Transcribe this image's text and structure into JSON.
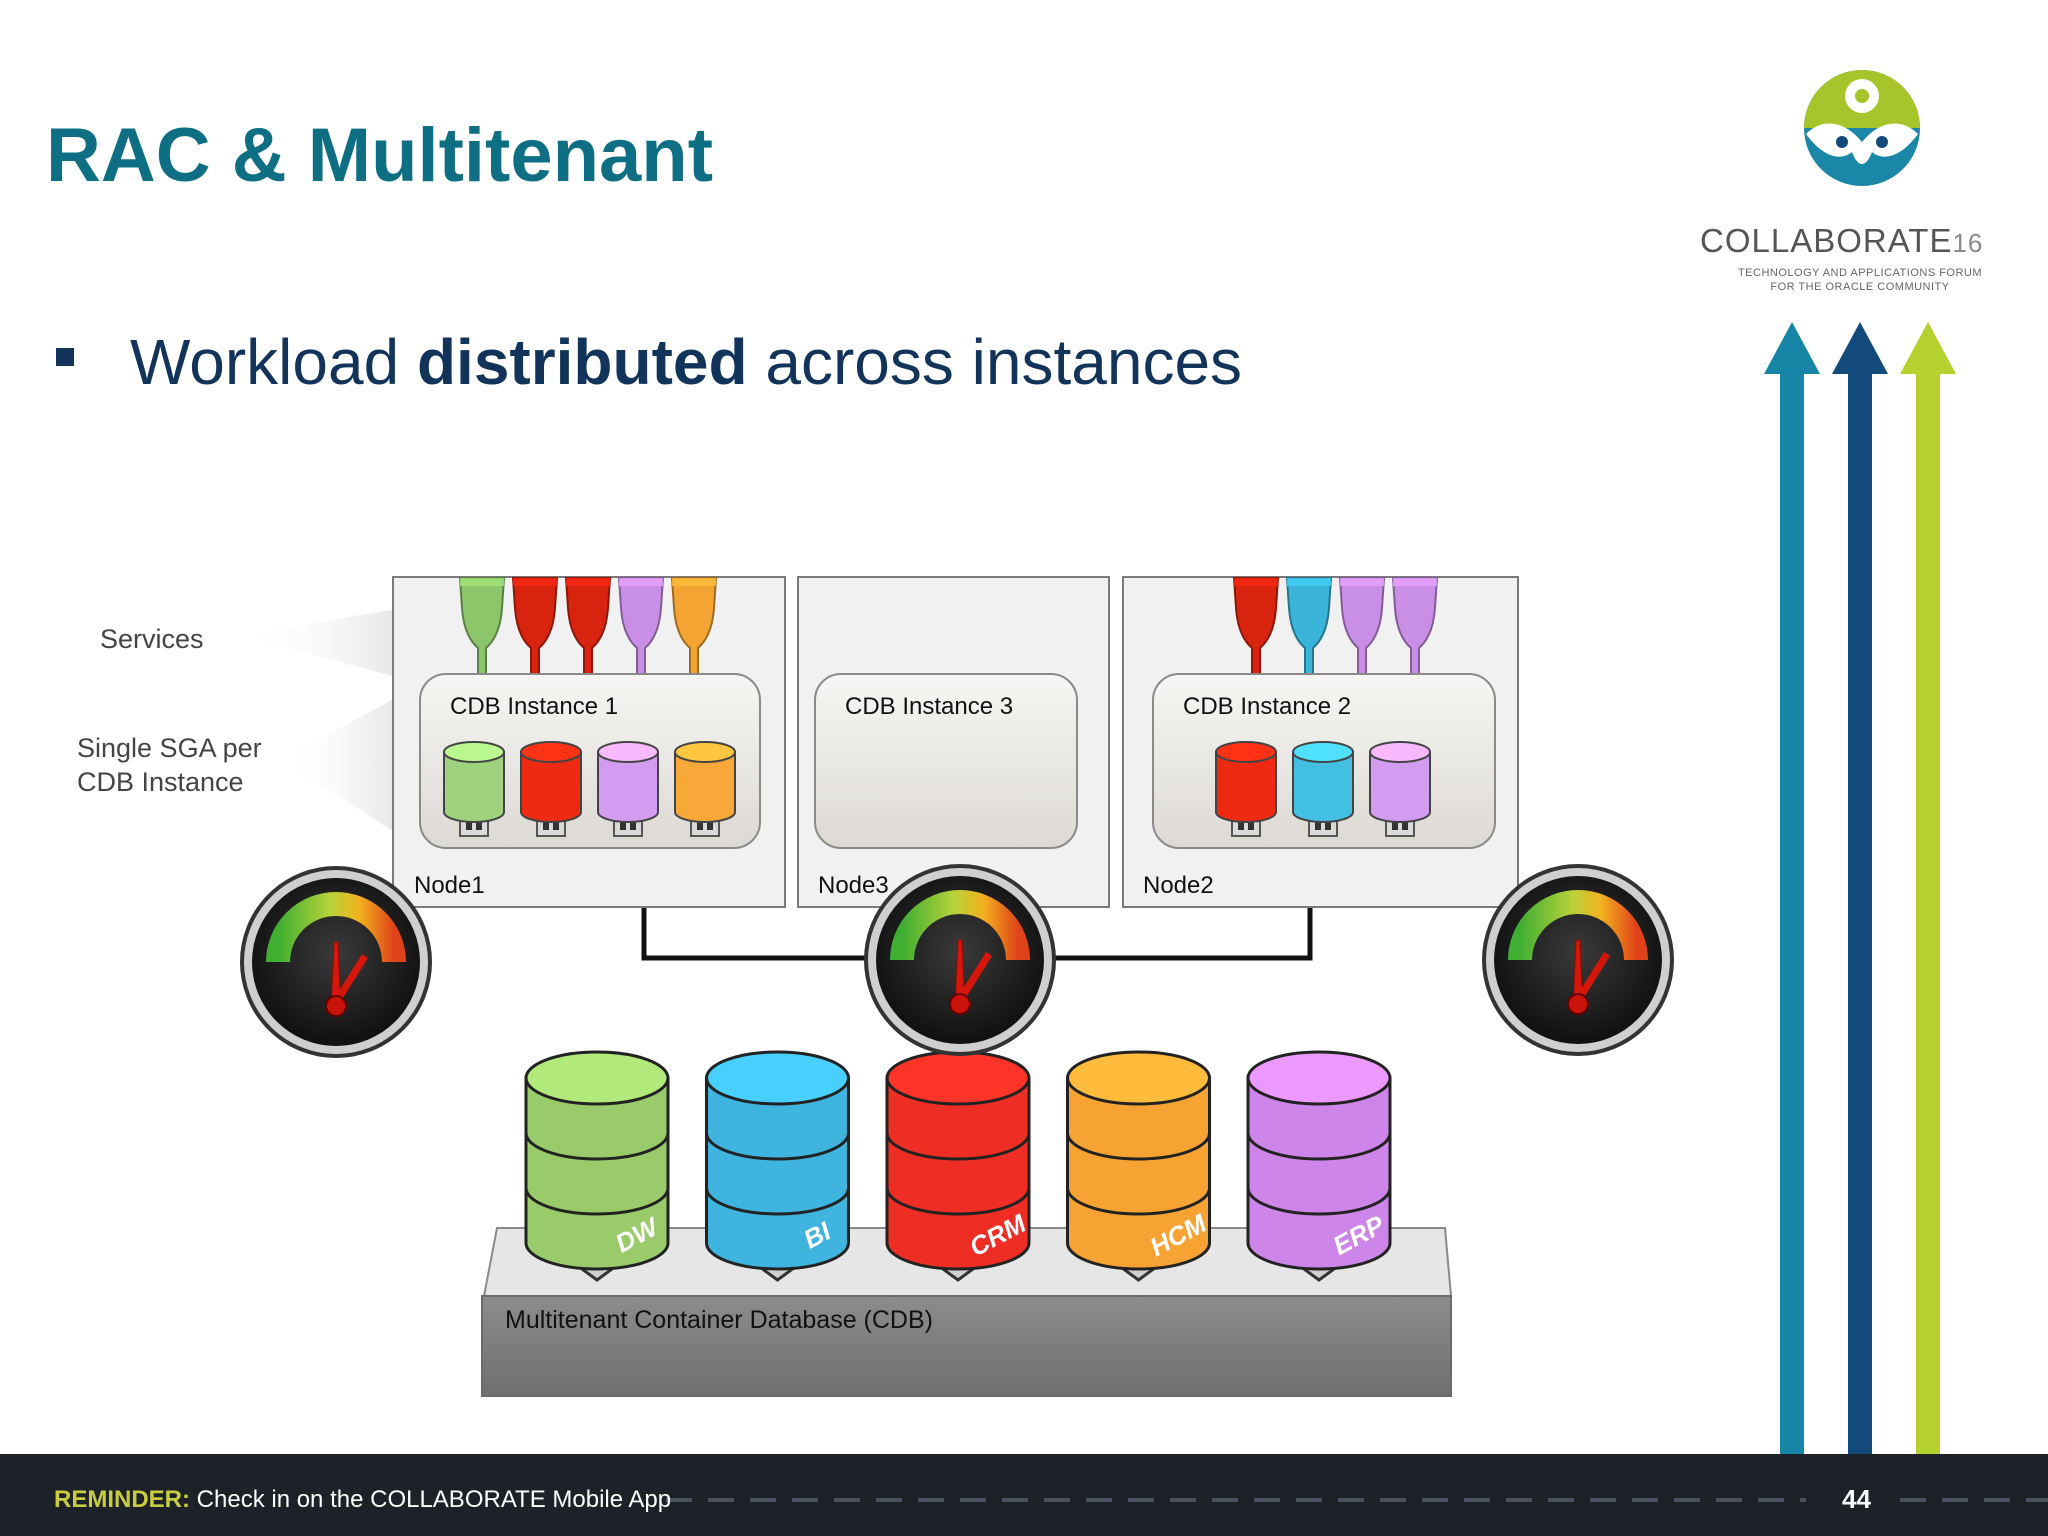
{
  "slide": {
    "title": "RAC & Multitenant",
    "bullet_pre": "Workload ",
    "bullet_bold": "distributed",
    "bullet_post": " across instances",
    "page_number": "44"
  },
  "labels": {
    "services": "Services",
    "sga_line1": "Single SGA per",
    "sga_line2": "CDB Instance"
  },
  "nodes": [
    {
      "name": "Node1",
      "instance": "CDB Instance 1",
      "services": [
        "#8cc56a",
        "#d8230f",
        "#d8230f",
        "#c98ee6",
        "#f3a433"
      ],
      "pdbs": [
        "#9fd27c",
        "#ee2a12",
        "#d49cf0",
        "#f8a838"
      ]
    },
    {
      "name": "Node3",
      "instance": "CDB Instance 3",
      "services": [],
      "pdbs": []
    },
    {
      "name": "Node2",
      "instance": "CDB Instance 2",
      "services": [
        "#d8230f",
        "#3ab4d8",
        "#c98ee6",
        "#c98ee6"
      ],
      "pdbs": [
        "#ee2a12",
        "#43bfe3",
        "#d49cf0"
      ]
    }
  ],
  "databases": [
    {
      "label": "DW",
      "color": "#9acb6a"
    },
    {
      "label": "BI",
      "color": "#3eb4de"
    },
    {
      "label": "CRM",
      "color": "#ee2d24"
    },
    {
      "label": "HCM",
      "color": "#f6a333"
    },
    {
      "label": "ERP",
      "color": "#cd85ea"
    }
  ],
  "cdb_label": "Multitenant Container Database (CDB)",
  "logo": {
    "name": "COLLABORATE",
    "number": "16",
    "sub_line1": "TECHNOLOGY AND APPLICATIONS FORUM",
    "sub_line2": "FOR THE ORACLE COMMUNITY"
  },
  "footer": {
    "keyword": "REMINDER:",
    "text": " Check in on the COLLABORATE Mobile App"
  },
  "arrows": [
    "#1786a6",
    "#134a7c",
    "#b5d12d"
  ]
}
